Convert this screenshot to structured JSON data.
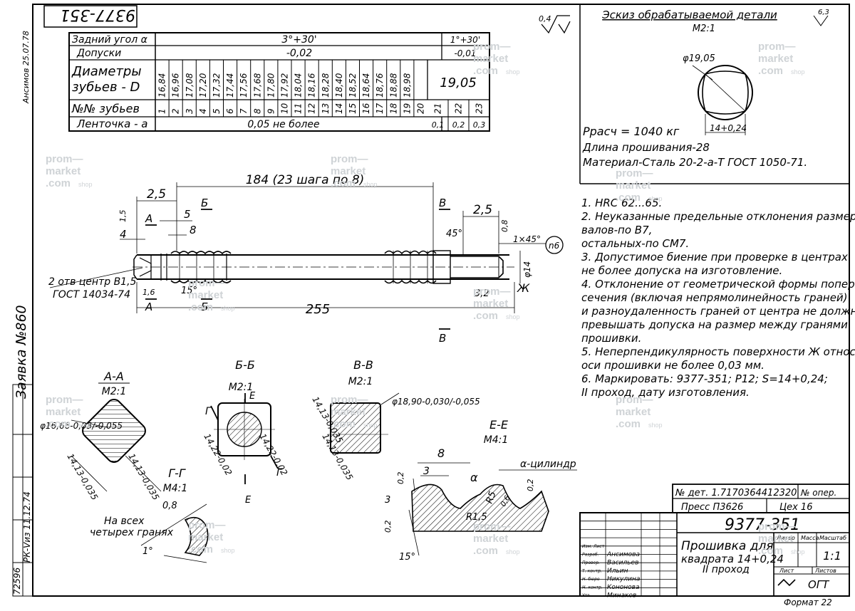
{
  "stamp_top": "9377-351",
  "roughness_corner": "0,4",
  "sketch_title": "Эскиз обрабатываемой детали",
  "sketch_scale": "M2:1",
  "sketch_roughness": "6,3",
  "sketch_diam": "φ19,05",
  "sketch_width": "14+0,24",
  "force": "Pрасч = 1040 кг",
  "length": "Длина прошивания-28",
  "material": "Материал-Сталь 20-2-а-Т ГОСТ 1050-71.",
  "param_table": {
    "back_angle_label": "Задний угол α",
    "back_angle_main": "3°+30'",
    "back_angle_last": "1°+30'",
    "tolerance_label": "Допуски",
    "tolerance_main": "-0,02",
    "tolerance_last": "-0,01",
    "diam_label_1": "Диаметры",
    "diam_label_2": "зубьев - D",
    "diameters": [
      "16,84",
      "16,96",
      "17,08",
      "17,20",
      "17,32",
      "17,44",
      "17,56",
      "17,68",
      "17,80",
      "17,92",
      "18,04",
      "18,16",
      "18,28",
      "18,40",
      "18,52",
      "18,64",
      "18,76",
      "18,88",
      "18,98"
    ],
    "diam_last": "19,05",
    "teeth_label": "№№ зубьев",
    "teeth": [
      "1",
      "2",
      "3",
      "4",
      "5",
      "6",
      "7",
      "8",
      "9",
      "10",
      "11",
      "12",
      "13",
      "14",
      "15",
      "16",
      "17",
      "18",
      "19",
      "20",
      "21",
      "22",
      "23"
    ],
    "land_label": "Ленточка - a",
    "land_main": "0,05 не более",
    "land_last": [
      "0,1",
      "0,2",
      "0,3"
    ]
  },
  "notes": [
    "1. HRC 62...65.",
    "2. Неуказанные предельные отклонения размеров:",
    "валов-по B7,",
    "остальных-по CM7.",
    "3. Допустимое биение при проверке в центрах",
    "не более допуска на изготовление.",
    "4. Отклонение от геометрической формы поперечного",
    "сечения (включая непрямолинейность граней)",
    "и разноудаленность граней от центра не должны",
    "превышать допуска на размер между гранями",
    "прошивки.",
    "5. Неперпендикулярность поверхности Ж относительно",
    "оси прошивки не более 0,03 мм.",
    "6. Маркировать: 9377-351; P12; S=14+0,24;",
    "II проход, дату изготовления."
  ],
  "dims": {
    "d184": "184 (23 шага по 8)",
    "d25a": "2,5",
    "d15": "1,5",
    "d4": "4",
    "d5": "5",
    "d8": "8",
    "d25b": "2,5",
    "d08": "0,8",
    "a45": "45°",
    "ch": "1×45°",
    "p6": "n6",
    "d14": "φ14",
    "d32": "3,2",
    "centers_1": "2 отв центр В1,5",
    "centers_2": "ГОСТ 14034-74",
    "d16": "1,6",
    "a15": "15°",
    "d255": "255",
    "zh": "Ж",
    "A": "А",
    "B": "Б",
    "V": "В"
  },
  "sections": {
    "aa_title": "А-А",
    "aa_scale": "М2:1",
    "aa_d": "φ16,66-0,03/-0,055",
    "aa_w1": "14,13-0,035",
    "aa_w2": "14,13-0,035",
    "bb_title": "Б-Б",
    "bb_scale": "М2:1",
    "bb_E": "Е",
    "bb_G": "Г",
    "bb_w1": "14,22-0,02",
    "bb_w2": "14,22-0,02",
    "vv_title": "В-В",
    "vv_scale": "М2:1",
    "vv_d": "φ18,90-0,030/-0,055",
    "vv_w1": "14,13-0,035",
    "vv_w2": "14,13-0,035",
    "gg_title": "Г-Г",
    "gg_scale": "М4:1",
    "gg_08": "0,8",
    "gg_note_1": "На всех",
    "gg_note_2": "четырех гранях",
    "gg_1": "1°",
    "ee_title": "Е-Е",
    "ee_scale": "М4:1",
    "ee_8": "8",
    "ee_3": "3",
    "ee_alpha": "α",
    "ee_cyl": "α-цилиндр",
    "ee_02a": "0,2",
    "ee_02b": "0,2",
    "ee_02c": "0,2",
    "ee_3v": "3",
    "ee_r15": "R1,5",
    "ee_r5": "R5",
    "ee_06": "0,6",
    "ee_15": "15°"
  },
  "title_block": {
    "doc_no": "№ дет. 1.7170364412320",
    "op_no": "№ опер.",
    "press": "Пресс П3626",
    "shop": "Цех 16",
    "code": "9377-351",
    "name_1": "Прошивка для",
    "name_2": "квадрата 14+0,24",
    "name_3": "II проход",
    "scale": "1:1",
    "org": "ОГТ",
    "format": "Формат 22",
    "roles": [
      "Изм. Лист",
      "Разраб.",
      "Провер.",
      "Т. контр.",
      "Н. бюро",
      "Н. контр.",
      "Утв."
    ],
    "people": [
      "Ансимова",
      "Васильев",
      "Ильин",
      "Никулина",
      "Кононова",
      "Минаков"
    ],
    "col_lit": "Литер",
    "col_mass": "Масса",
    "col_scale": "Масштаб",
    "col_sheet": "Лист",
    "col_sheets": "Листов"
  },
  "side": {
    "order": "Заявка №860",
    "sign_top": "Ансимов 25.07.78",
    "inv": "72596",
    "sign_bottom": "РК-Vиз 11.12.74"
  },
  "watermark": {
    "w1": "prom—",
    "w2": "market",
    "w3": ".com",
    "w4": "shop"
  }
}
